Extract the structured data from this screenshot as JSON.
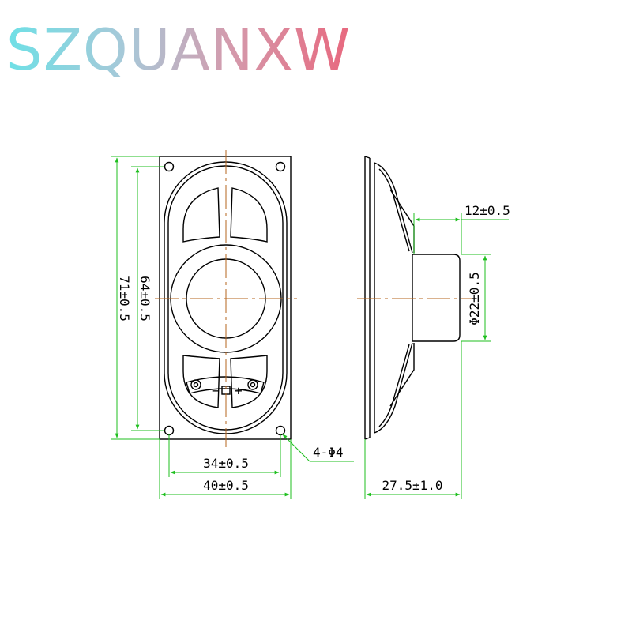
{
  "logo": {
    "text": "SZQUANXW",
    "gradient": [
      "#6ee0e6",
      "#a8c8d8",
      "#d49aac",
      "#e8687e"
    ]
  },
  "colors": {
    "outline": "#000000",
    "dimension": "#1fbf1f",
    "centerline": "#b5651d"
  },
  "dimensions": {
    "height_outer": "71±0.5",
    "height_holes": "64±0.5",
    "width_holes": "34±0.5",
    "width_outer": "40±0.5",
    "mounting_holes": "4-Φ4",
    "magnet_depth": "12±0.5",
    "magnet_diameter": "Φ22±0.5",
    "total_depth": "27.5±1.0"
  },
  "terminals": {
    "minus": "−",
    "plus": "+"
  }
}
